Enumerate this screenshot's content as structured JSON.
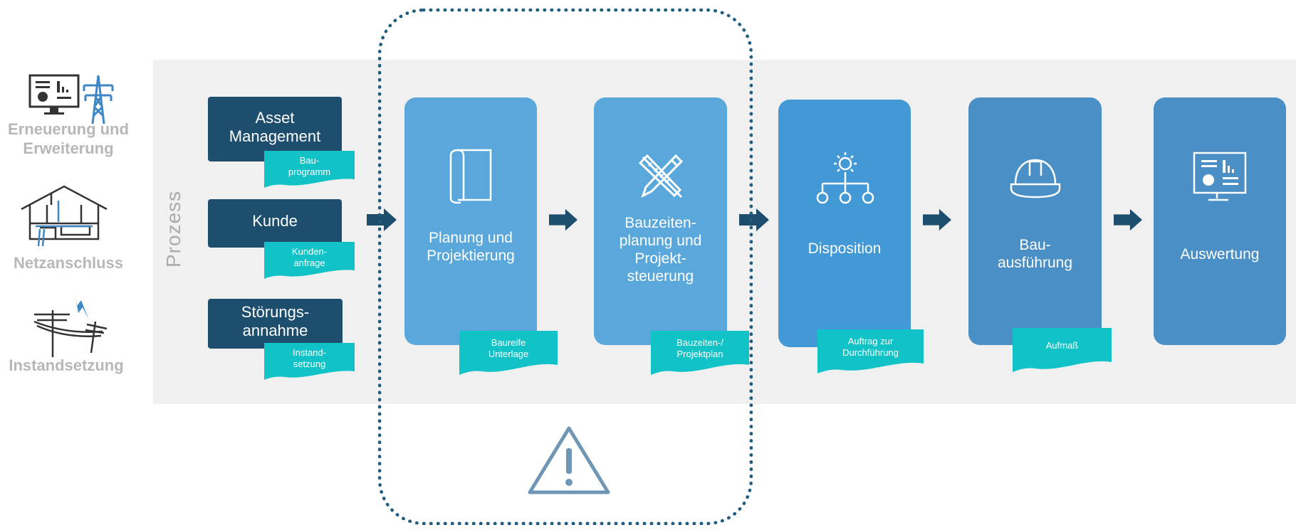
{
  "left": {
    "items": [
      {
        "label_line1": "Erneuerung und",
        "label_line2": "Erweiterung",
        "icon": "monitor-transmission-tower-icon"
      },
      {
        "label_line1": "Netzanschluss",
        "icon": "house-connection-icon"
      },
      {
        "label_line1": "Instandsetzung",
        "icon": "power-line-lightning-icon"
      }
    ]
  },
  "prozess_label": "Prozess",
  "sources": [
    {
      "line1": "Asset",
      "line2": "Management",
      "doc_line1": "Bau-",
      "doc_line2": "programm"
    },
    {
      "line1": "Kunde",
      "doc_line1": "Kunden-",
      "doc_line2": "anfrage"
    },
    {
      "line1": "Störungs-",
      "line2": "annahme",
      "doc_line1": "Instand-",
      "doc_line2": "setzung"
    }
  ],
  "steps": [
    {
      "lines": [
        "Planung und",
        "Projektierung"
      ],
      "doc_lines": [
        "Baureife",
        "Unterlage"
      ],
      "icon": "blueprint-icon",
      "color": "#5aa8db"
    },
    {
      "lines": [
        "Bauzeiten-",
        "planung und",
        "Projekt-",
        "steuerung"
      ],
      "doc_lines": [
        "Bauzeiten-/",
        "Projektplan"
      ],
      "icon": "ruler-pencil-icon",
      "color": "#5aa8db"
    },
    {
      "lines": [
        "Disposition"
      ],
      "doc_lines": [
        "Auftrag zur",
        "Durchführung"
      ],
      "icon": "gear-hierarchy-icon",
      "color": "#4399d6"
    },
    {
      "lines": [
        "Bau-",
        "ausführung"
      ],
      "doc_lines": [
        "Aufmaß"
      ],
      "icon": "hard-hat-icon",
      "color": "#4a8fc5"
    },
    {
      "lines": [
        "Auswertung"
      ],
      "icon": "dashboard-monitor-icon",
      "color": "#4a8fc5"
    }
  ],
  "colors": {
    "source_box": "#1d4e6e",
    "doc": "#11c3c6",
    "arrow": "#1d4e6e",
    "highlight_border": "#1f5d80",
    "band": "#f0f0f1"
  }
}
